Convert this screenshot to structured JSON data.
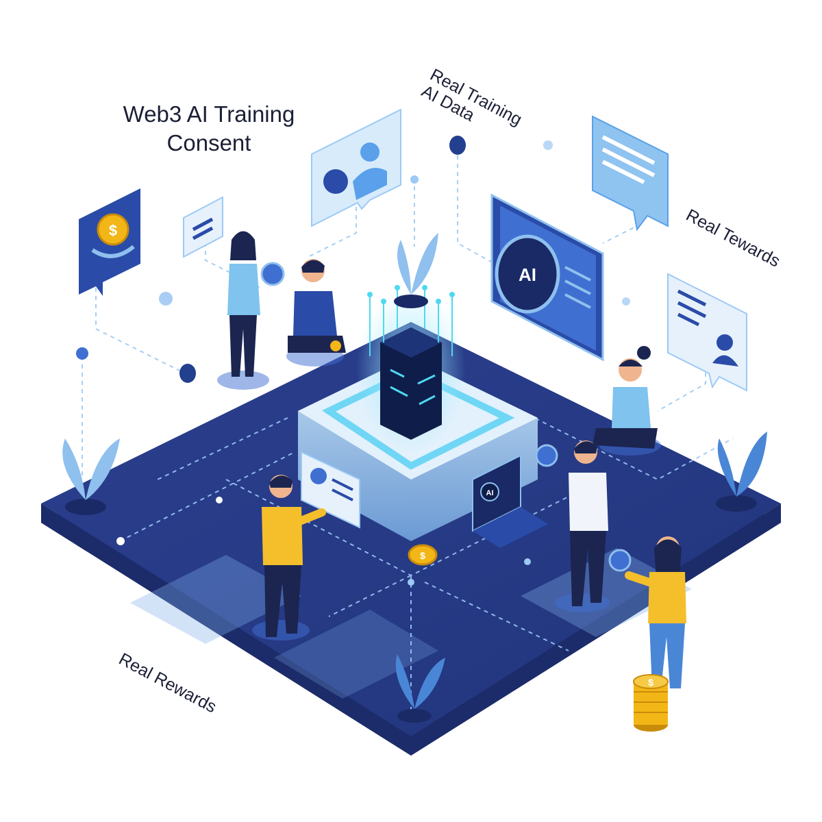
{
  "labels": {
    "title_line1": "Web3 AI Training",
    "title_line2": "Consent",
    "training_line1": "Real Training",
    "training_line2": "AI Data",
    "tewards": "Real Tewards",
    "rewards": "Real Rewards"
  },
  "screen_text": {
    "ai_monitor": "AI",
    "ai_laptop": "AI"
  },
  "coin_symbol": "$",
  "icons": [
    "coin-icon",
    "chat-bubble-icon",
    "user-profile-icon",
    "document-icon",
    "plant-icon",
    "server-core-icon",
    "laptop-icon",
    "coin-stack-icon"
  ],
  "colors": {
    "platform": "#263a86",
    "platform_edge": "#1c2b6a",
    "accent": "#3f6fd1",
    "light_blue": "#8fc0ee",
    "cyan": "#4fd8f0",
    "coin": "#f3b617",
    "shirt_yellow": "#f4bf2b",
    "text": "#1b1f36"
  }
}
